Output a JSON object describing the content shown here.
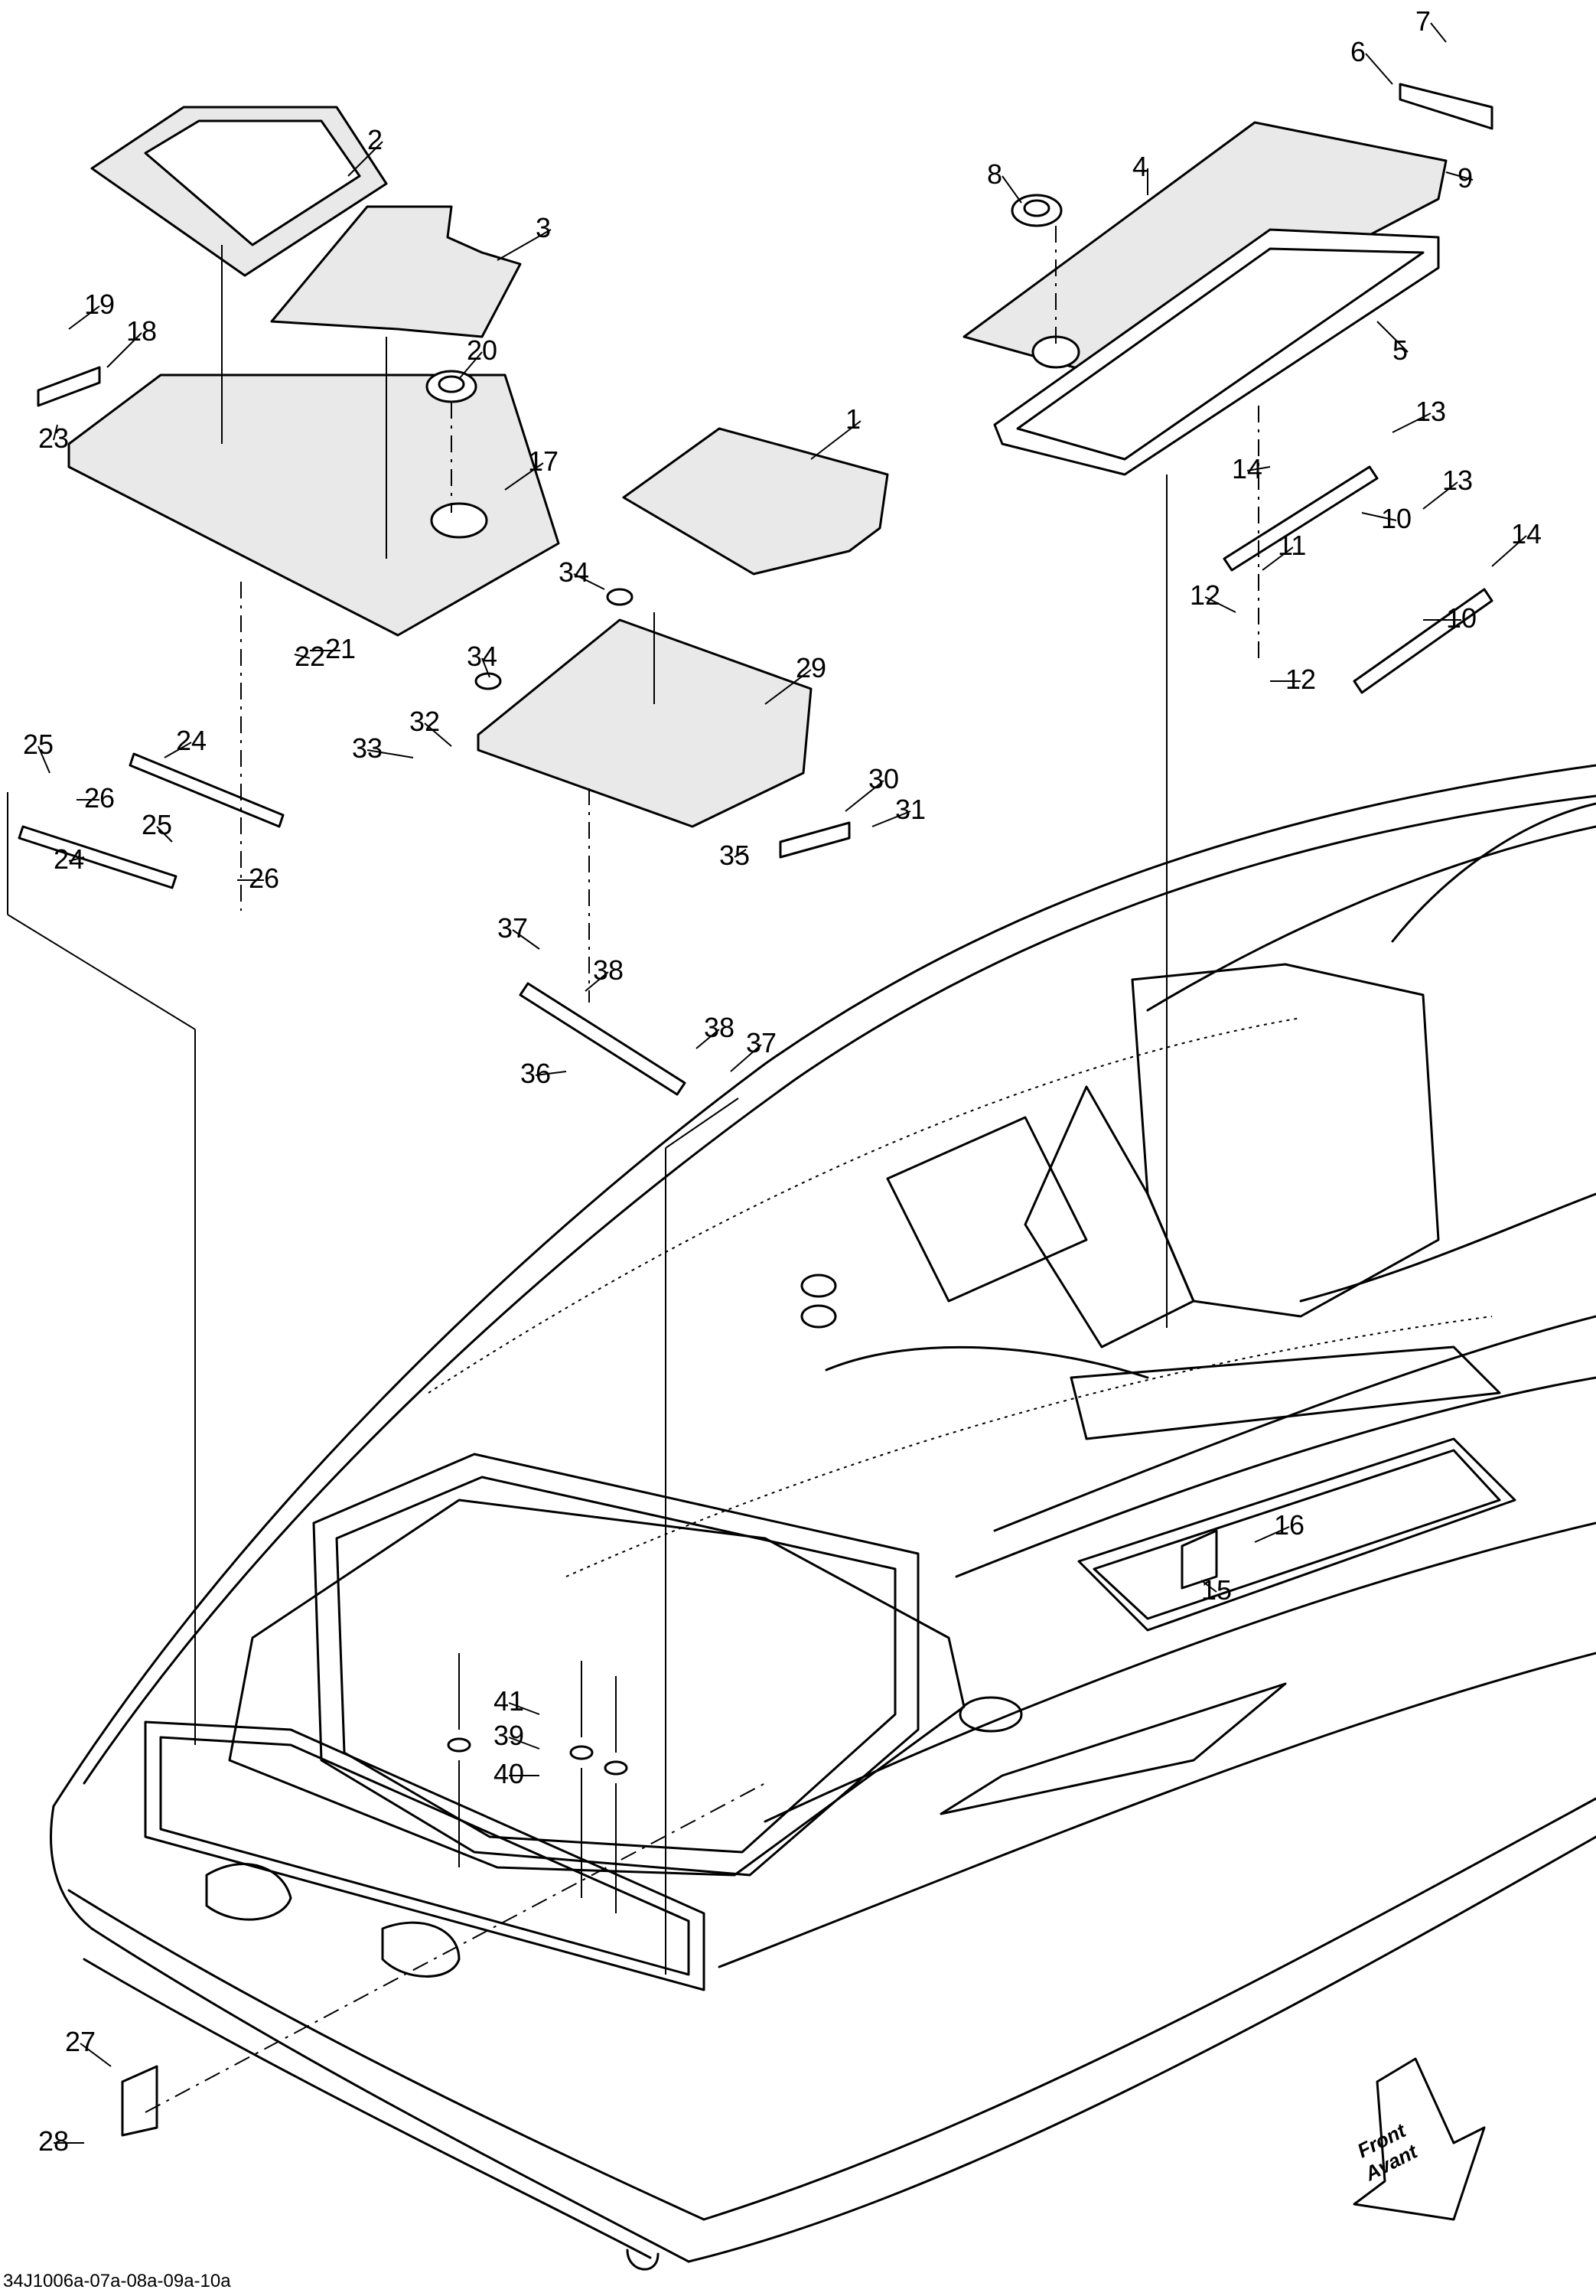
{
  "diagram": {
    "code": "34J1006a-07a-08a-09a-10a",
    "direction": {
      "line1": "Front",
      "line2": "Avant"
    },
    "callouts": [
      {
        "label": "1"
      },
      {
        "label": "2"
      },
      {
        "label": "3"
      },
      {
        "label": "4"
      },
      {
        "label": "5"
      },
      {
        "label": "6"
      },
      {
        "label": "7"
      },
      {
        "label": "8"
      },
      {
        "label": "9"
      },
      {
        "label": "10"
      },
      {
        "label": "10"
      },
      {
        "label": "11"
      },
      {
        "label": "12"
      },
      {
        "label": "12"
      },
      {
        "label": "13"
      },
      {
        "label": "13"
      },
      {
        "label": "14"
      },
      {
        "label": "14"
      },
      {
        "label": "15"
      },
      {
        "label": "16"
      },
      {
        "label": "17"
      },
      {
        "label": "18"
      },
      {
        "label": "19"
      },
      {
        "label": "20"
      },
      {
        "label": "21"
      },
      {
        "label": "22"
      },
      {
        "label": "23"
      },
      {
        "label": "24"
      },
      {
        "label": "24"
      },
      {
        "label": "25"
      },
      {
        "label": "25"
      },
      {
        "label": "26"
      },
      {
        "label": "26"
      },
      {
        "label": "27"
      },
      {
        "label": "28"
      },
      {
        "label": "29"
      },
      {
        "label": "30"
      },
      {
        "label": "31"
      },
      {
        "label": "32"
      },
      {
        "label": "33"
      },
      {
        "label": "34"
      },
      {
        "label": "34"
      },
      {
        "label": "35"
      },
      {
        "label": "36"
      },
      {
        "label": "37"
      },
      {
        "label": "37"
      },
      {
        "label": "38"
      },
      {
        "label": "38"
      },
      {
        "label": "39"
      },
      {
        "label": "40"
      },
      {
        "label": "41"
      }
    ]
  }
}
